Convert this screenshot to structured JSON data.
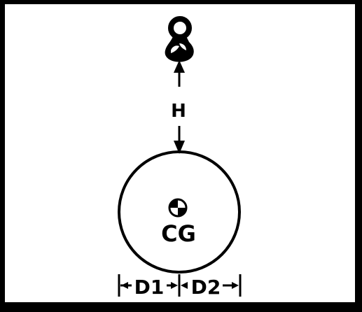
{
  "diagram": {
    "height_label": "H",
    "center_of_gravity_label": "CG",
    "distance_1_label": "D1",
    "distance_2_label": "D2",
    "hook_icon": "crane-hook-icon",
    "cg_icon": "center-of-gravity-symbol-icon",
    "colors": {
      "frame": "#000000",
      "background": "#ffffff",
      "ink": "#000000"
    }
  }
}
